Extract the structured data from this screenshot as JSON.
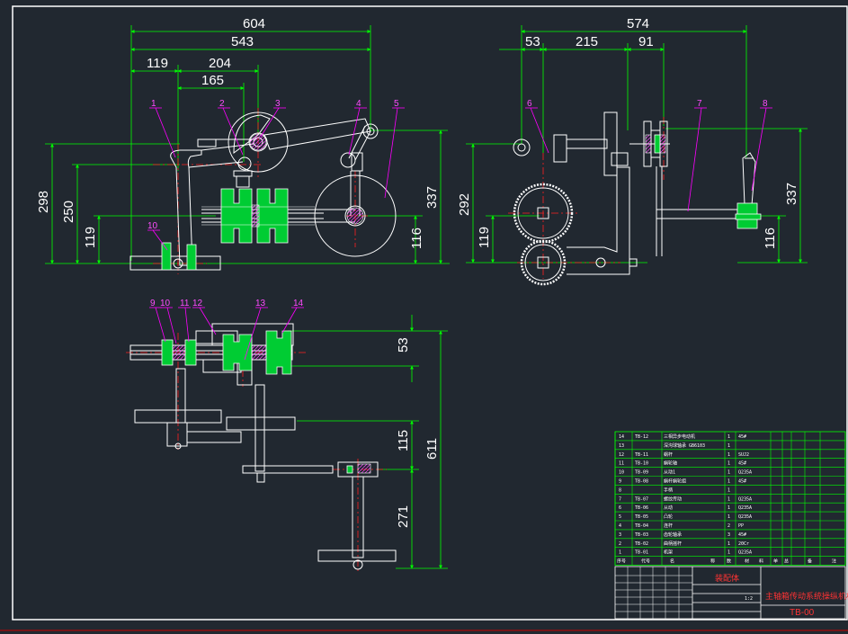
{
  "colors": {
    "background": "#212830",
    "frame": "#ffffff",
    "dimension": "#00ff00",
    "centerline": "#ff2020",
    "balloon": "#ff00ff",
    "part_fill": "#00cc33",
    "hatch": "#ff44ff",
    "table_line": "#00ff00",
    "title_red": "#ff3333"
  },
  "front_view": {
    "dims": {
      "d604": "604",
      "d543": "543",
      "d119": "119",
      "d204": "204",
      "d165": "165",
      "d298": "298",
      "d250": "250",
      "d119v": "119",
      "d337": "337",
      "d116": "116"
    },
    "balloons": [
      "1",
      "2",
      "3",
      "4",
      "5",
      "10"
    ]
  },
  "side_view": {
    "dims": {
      "d574": "574",
      "d53": "53",
      "d215": "215",
      "d91": "91",
      "d292": "292",
      "d119": "119",
      "d337": "337",
      "d116": "116"
    },
    "balloons": [
      "6",
      "7",
      "8"
    ]
  },
  "top_view": {
    "dims": {
      "d53": "53",
      "d115": "115",
      "d611": "611",
      "d271": "271"
    },
    "balloons": [
      "9",
      "10",
      "11",
      "12",
      "13",
      "14"
    ]
  },
  "parts_table": {
    "rows": [
      {
        "no": "14",
        "code": "TB-12",
        "name": "三相异步电动机",
        "qty": "1",
        "mat": "45#"
      },
      {
        "no": "13",
        "code": "",
        "name": "深沟球轴承 GB6103",
        "qty": "1",
        "mat": ""
      },
      {
        "no": "12",
        "code": "TB-11",
        "name": "蜗杆",
        "qty": "1",
        "mat": "SUJ2"
      },
      {
        "no": "11",
        "code": "TB-10",
        "name": "蜗轮轴",
        "qty": "1",
        "mat": "45#"
      },
      {
        "no": "10",
        "code": "TB-09",
        "name": "从动1",
        "qty": "1",
        "mat": "Q235A"
      },
      {
        "no": "9",
        "code": "TB-08",
        "name": "蜗杆蜗轮组",
        "qty": "1",
        "mat": "45#"
      },
      {
        "no": "8",
        "code": "",
        "name": "手柄",
        "qty": "1",
        "mat": ""
      },
      {
        "no": "7",
        "code": "TB-07",
        "name": "螺纹传动",
        "qty": "1",
        "mat": "Q235A"
      },
      {
        "no": "6",
        "code": "TB-06",
        "name": "从动",
        "qty": "1",
        "mat": "Q235A"
      },
      {
        "no": "5",
        "code": "TB-05",
        "name": "凸轮",
        "qty": "1",
        "mat": "Q235A"
      },
      {
        "no": "4",
        "code": "TB-04",
        "name": "连杆",
        "qty": "2",
        "mat": "PP"
      },
      {
        "no": "3",
        "code": "TB-03",
        "name": "齿轮轴承",
        "qty": "3",
        "mat": "45#"
      },
      {
        "no": "2",
        "code": "TB-02",
        "name": "曲柄摇杆",
        "qty": "1",
        "mat": "20Cr"
      },
      {
        "no": "1",
        "code": "TB-01",
        "name": "机架",
        "qty": "1",
        "mat": "Q235A"
      }
    ],
    "header": [
      "序号",
      "代号",
      "名",
      "称",
      "数",
      "材",
      "料",
      "单",
      "总",
      "备",
      "注"
    ]
  },
  "title_block": {
    "assembly_name": "装配体",
    "drawing_title": "主轴箱传动系统操纵机构",
    "drawing_number": "TB-00",
    "scale": "1:2"
  }
}
